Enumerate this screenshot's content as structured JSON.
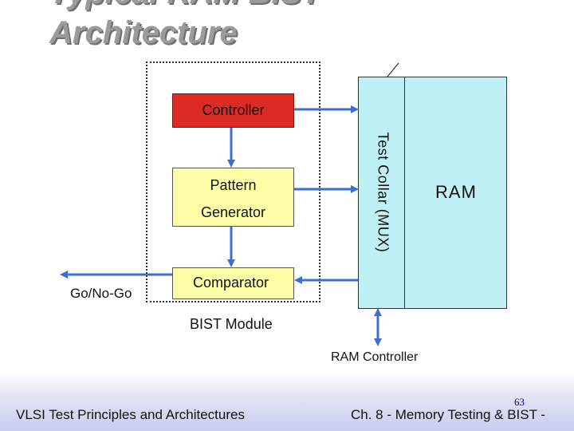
{
  "title": "Typical RAM BIST\nArchitecture",
  "diagram": {
    "controller_label": "Controller",
    "pattern_line1": "Pattern",
    "pattern_line2": "Generator",
    "comparator_label": "Comparator",
    "ram_label": "RAM",
    "collar_label": "Test Collar (MUX)",
    "gonogo_label": "Go/No-Go",
    "bist_module_label": "BIST Module",
    "ram_controller_label": "RAM Controller"
  },
  "footer": {
    "left": "VLSI Test Principles and Architectures",
    "right": "Ch. 8 - Memory Testing & BIST -",
    "page": "63"
  },
  "colors": {
    "controller": "#dc2b24",
    "pattern_generator": "#ffffa8",
    "comparator": "#ffffa8",
    "ram": "#bff0f3",
    "arrow": "#3b6fd6"
  }
}
